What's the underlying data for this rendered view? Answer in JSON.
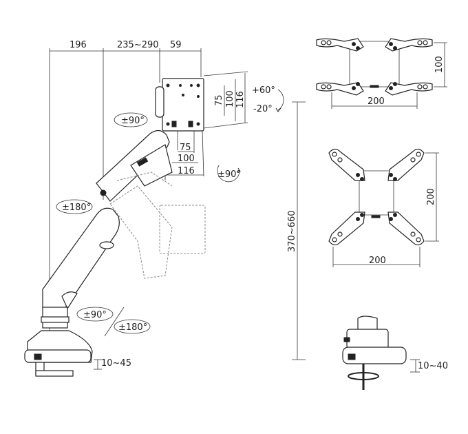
{
  "dims": {
    "reach": "196",
    "arm_span": "235~290",
    "head_offset": "59",
    "vesa_75": "75",
    "vesa_100": "100",
    "vesa_116": "116",
    "vesa_75_h": "75",
    "vesa_100_h": "100",
    "vesa_116_h": "116",
    "height_range": "370~660",
    "desk_clamp": "10~45",
    "desk_grommet": "10~40",
    "plate1_height": "100",
    "plate1_width": "200",
    "plate2_height": "200",
    "plate2_width": "200"
  },
  "rotations": {
    "tilt_up": "+60°",
    "tilt_down": "-20°",
    "swivel_head": "±90°",
    "rotate_screen": "±90°",
    "elbow": "±180°",
    "base_swivel": "±90°",
    "base_rotate": "±180°"
  }
}
